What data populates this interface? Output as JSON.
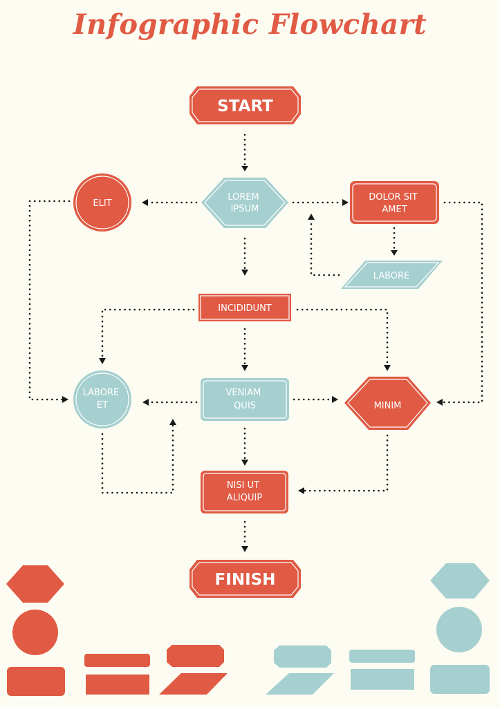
{
  "title": "Infographic Flowchart",
  "nodes": {
    "start": "START",
    "lorem_ipsum": [
      "LOREM",
      "IPSUM"
    ],
    "elit": "ELIT",
    "dolor_sit_amet": [
      "DOLOR SIT",
      "AMET"
    ],
    "labore": "LABORE",
    "incididunt": "INCIDIDUNT",
    "labore_et": [
      "LABORE",
      "ET"
    ],
    "veniam_quis": [
      "VENIAM",
      "QUIS"
    ],
    "minim": "MINIM",
    "nisi_ut_aliquip": [
      "NISI UT",
      "ALIQUIP"
    ],
    "finish": "FINISH"
  },
  "edges": [
    {
      "from": "start",
      "to": "lorem_ipsum"
    },
    {
      "from": "lorem_ipsum",
      "to": "elit"
    },
    {
      "from": "lorem_ipsum",
      "to": "dolor_sit_amet"
    },
    {
      "from": "lorem_ipsum",
      "to": "incididunt"
    },
    {
      "from": "dolor_sit_amet",
      "to": "labore"
    },
    {
      "from": "labore",
      "to": "dolor_sit_amet"
    },
    {
      "from": "elit",
      "to": "labore_et"
    },
    {
      "from": "dolor_sit_amet",
      "to": "minim"
    },
    {
      "from": "incididunt",
      "to": "labore_et"
    },
    {
      "from": "incididunt",
      "to": "veniam_quis"
    },
    {
      "from": "incididunt",
      "to": "minim"
    },
    {
      "from": "veniam_quis",
      "to": "labore_et"
    },
    {
      "from": "veniam_quis",
      "to": "minim"
    },
    {
      "from": "veniam_quis",
      "to": "nisi_ut_aliquip"
    },
    {
      "from": "labore_et",
      "to": "veniam_quis"
    },
    {
      "from": "minim",
      "to": "nisi_ut_aliquip"
    },
    {
      "from": "nisi_ut_aliquip",
      "to": "finish"
    }
  ],
  "colors": {
    "red": "#e05a44",
    "blue": "#a6cfcf",
    "background": "#fdfcf2",
    "connector": "#1a1a1a"
  }
}
